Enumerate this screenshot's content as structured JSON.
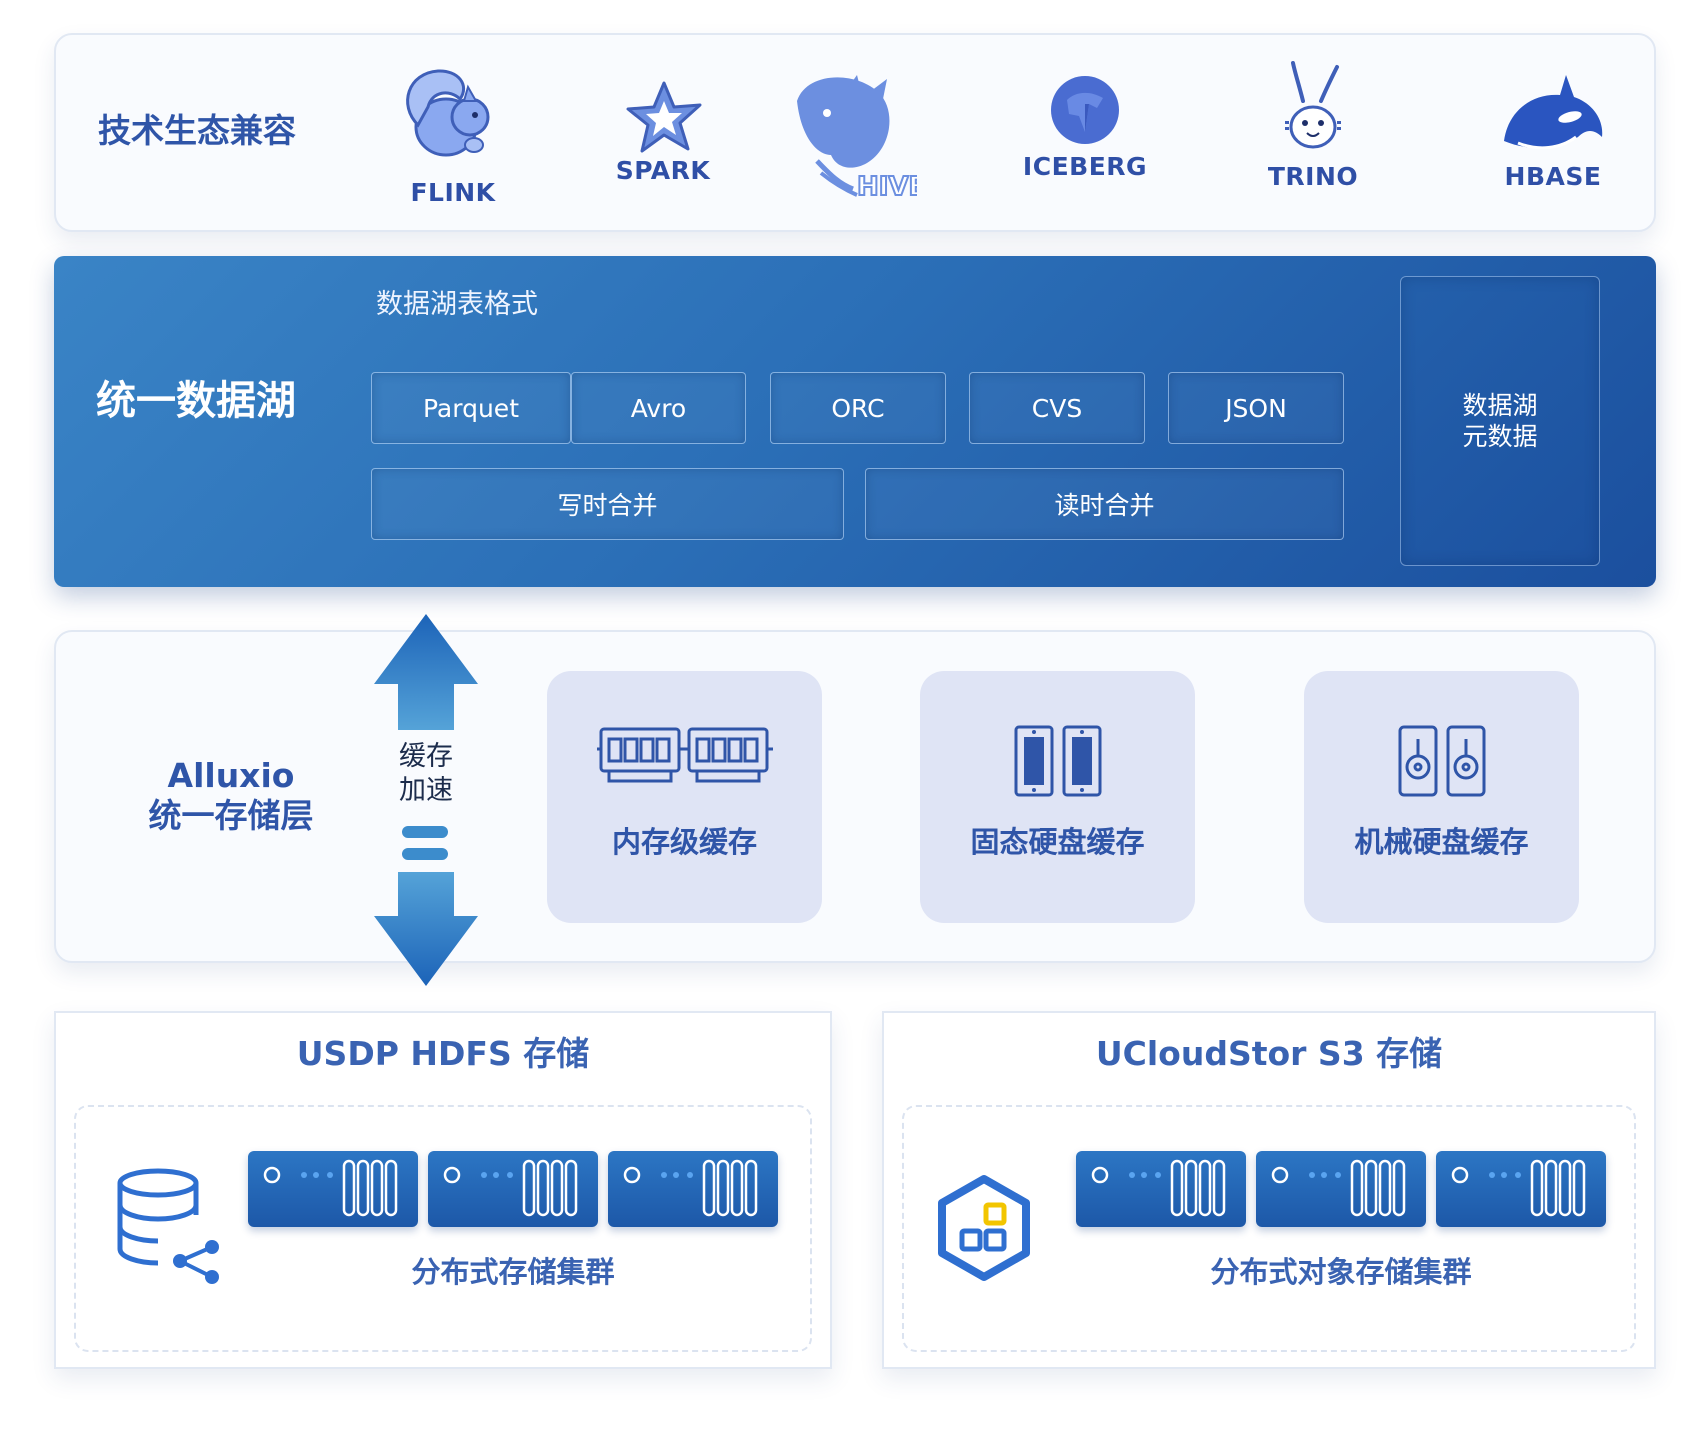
{
  "ecosystem": {
    "title": "技术生态兼容",
    "logos": [
      {
        "label": "FLINK",
        "icon": "flink-squirrel-icon"
      },
      {
        "label": "SPARK",
        "icon": "spark-star-icon"
      },
      {
        "label": "",
        "icon": "hive-bee-icon"
      },
      {
        "label": "ICEBERG",
        "icon": "iceberg-icon"
      },
      {
        "label": "TRINO",
        "icon": "trino-bunny-icon"
      },
      {
        "label": "HBASE",
        "icon": "hbase-orca-icon"
      }
    ]
  },
  "lake": {
    "title": "统一数据湖",
    "format_title": "数据湖表格式",
    "formats": [
      "Parquet",
      "Avro",
      "ORC",
      "CVS",
      "JSON"
    ],
    "merges": [
      "写时合并",
      "读时合并"
    ],
    "metadata": "数据湖\n元数据"
  },
  "alluxio": {
    "title_line1": "Alluxio",
    "title_line2": "统一存储层",
    "arrow_label": "缓存\n加速",
    "caches": [
      {
        "label": "内存级缓存",
        "icon": "memory-module-icon"
      },
      {
        "label": "固态硬盘缓存",
        "icon": "nvme-ssd-icon"
      },
      {
        "label": "机械硬盘缓存",
        "icon": "hard-disk-icon"
      }
    ]
  },
  "storage": {
    "hdfs": {
      "title": "USDP HDFS 存储",
      "cluster_label": "分布式存储集群",
      "icon": "database-share-icon"
    },
    "s3": {
      "title": "UCloudStor S3 存储",
      "cluster_label": "分布式对象存储集群",
      "icon": "hexagon-object-storage-icon"
    }
  },
  "colors": {
    "accent": "#2f55a8",
    "lake_start": "#3a84c6",
    "lake_end": "#1b4f9e",
    "cache_bg": "#dfe4f5",
    "logo_fill": "#6c8fe0"
  }
}
